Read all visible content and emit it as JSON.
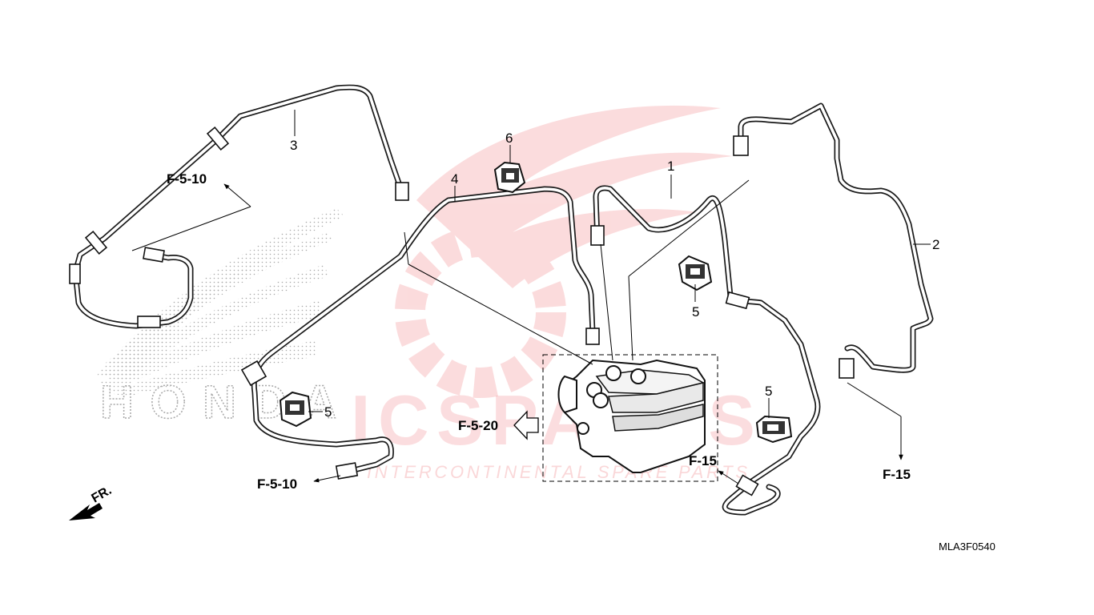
{
  "watermark": {
    "brand": "ICSPARTS",
    "tagline": "INTERCONTINENTAL SPARE PARTS",
    "honda_text": "HONDA",
    "color": "#e8262e"
  },
  "part_numbers": {
    "p1": "1",
    "p2": "2",
    "p3": "3",
    "p4": "4",
    "p5a": "5",
    "p5b": "5",
    "p5c": "5",
    "p6": "6"
  },
  "references": {
    "f510_top": "F-5-10",
    "f510_bottom": "F-5-10",
    "f520": "F-5-20",
    "f15_mid": "F-15",
    "f15_right": "F-15"
  },
  "front_marker": "FR.",
  "diagram_code": "MLA3F0540"
}
